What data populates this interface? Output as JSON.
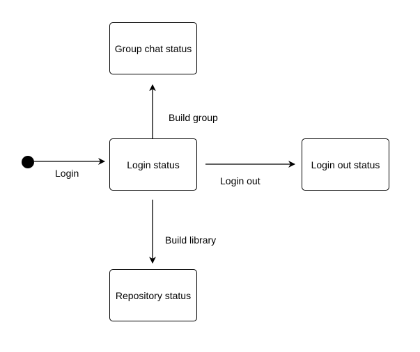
{
  "diagram": {
    "type": "state-diagram",
    "colors": {
      "stroke": "#000000",
      "background": "#ffffff",
      "text": "#000000"
    },
    "start": {
      "icon": "filled-circle-initial-state"
    },
    "states": {
      "group_chat": "Group chat status",
      "login": "Login status",
      "logout": "Login out status",
      "repository": "Repository status"
    },
    "transitions": {
      "login": "Login",
      "build_group": "Build group",
      "login_out": "Login out",
      "build_library": "Build library"
    }
  }
}
